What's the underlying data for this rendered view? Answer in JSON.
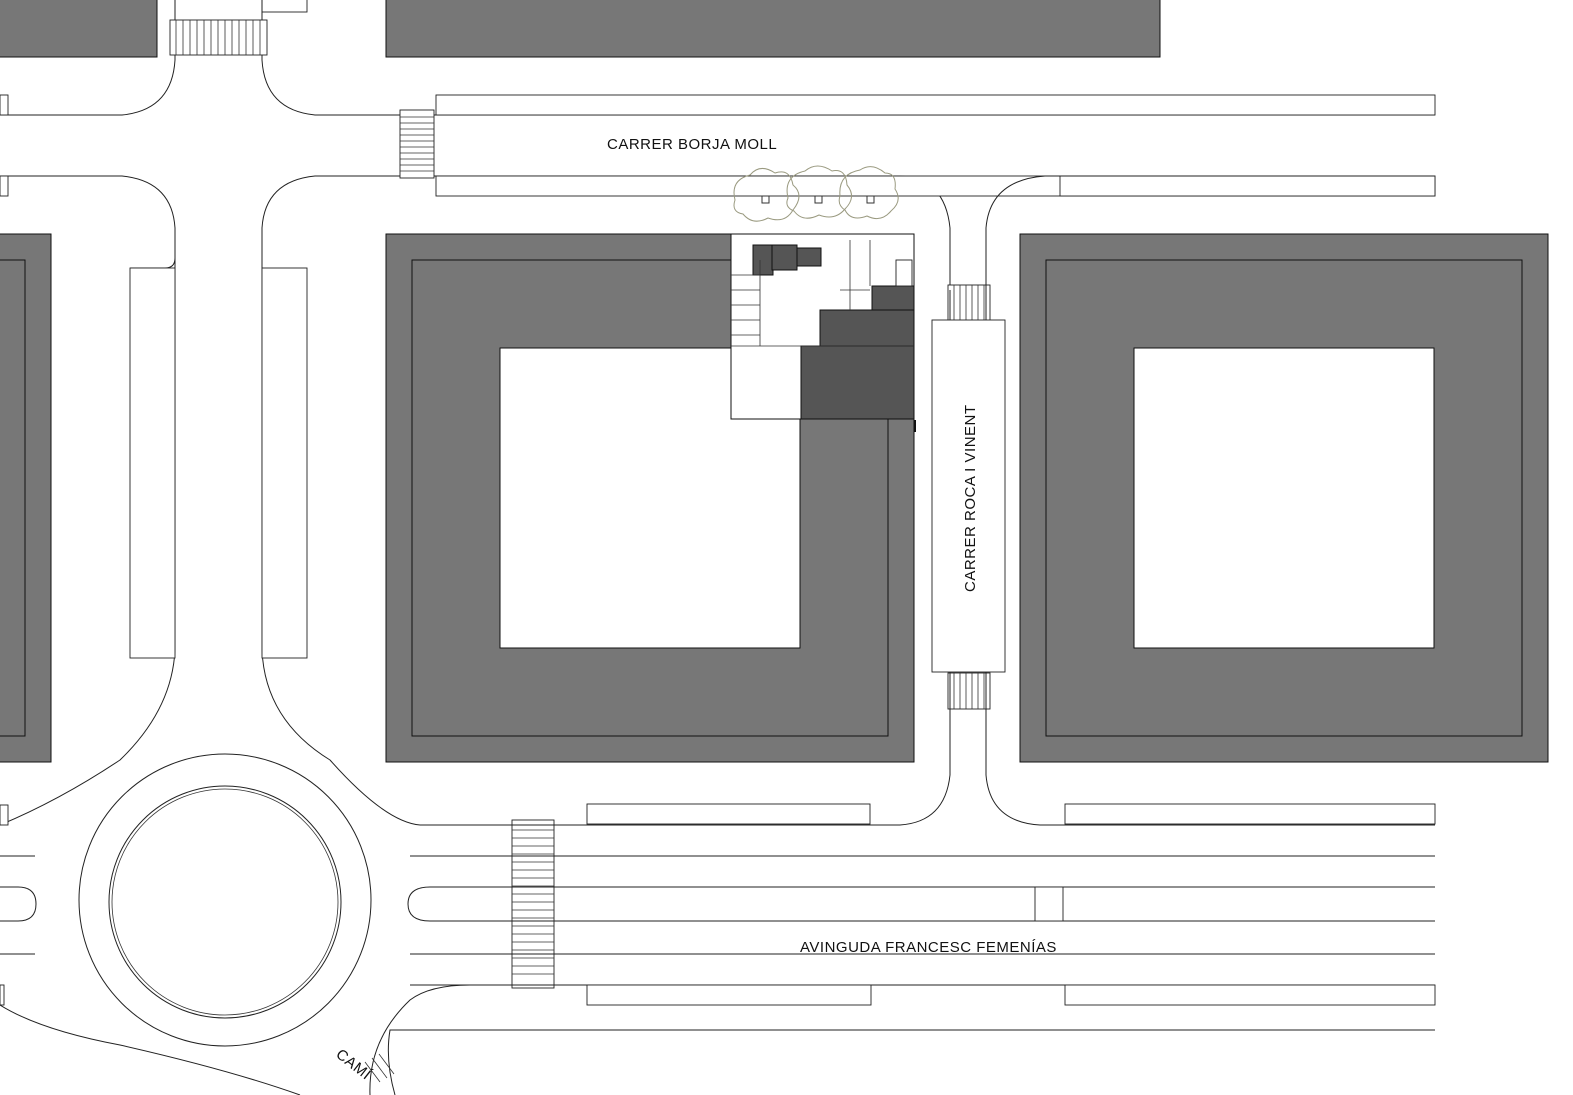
{
  "streets": {
    "borja_moll": "CARRER   BORJA   MOLL",
    "roca_vinent": "CARRER   ROCA   I   VINENT",
    "francesc_femenias": "AVINGUDA   FRANCESC   FEMENÍAS",
    "cami": "CAMÍ"
  },
  "colors": {
    "block": "#777777",
    "building": "#555555",
    "background": "#ffffff"
  }
}
